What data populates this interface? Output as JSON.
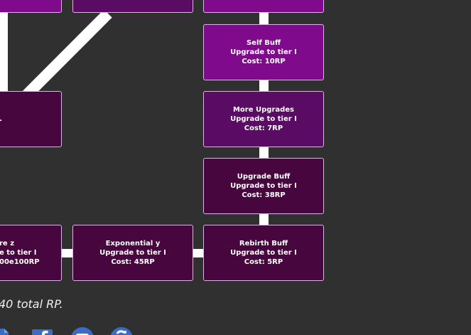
{
  "tree": {
    "self_buff": {
      "name": "Self Buff",
      "action": "Upgrade to tier I",
      "cost": "Cost: 10RP"
    },
    "more_upgrades": {
      "name": "More Upgrades",
      "action": "Upgrade to tier I",
      "cost": "Cost: 7RP"
    },
    "upgrade_buff": {
      "name": "Upgrade Buff",
      "action": "Upgrade to tier I",
      "cost": "Cost: 38RP"
    },
    "rebirth_buff": {
      "name": "Rebirth Buff",
      "action": "Upgrade to tier I",
      "cost": "Cost: 5RP"
    },
    "exponential_y": {
      "name": "Exponential y",
      "action": "Upgrade to tier I",
      "cost": "Cost: 45RP"
    },
    "more_z": {
      "name": "re z",
      "action": "e to tier I",
      "cost": "00e100RP"
    },
    "left_mid": {
      "text": "."
    }
  },
  "footer": {
    "total_rp": "40 total RP."
  },
  "colors": {
    "background": "#303030",
    "node_bright": "#800a8c",
    "node_mid": "#5a0b63",
    "node_dark": "#48063f",
    "connector": "#ffffff",
    "icon_blue": "#3b6cc4"
  },
  "icons": [
    "document-icon",
    "facebook-icon",
    "discord-icon",
    "reddit-icon"
  ]
}
